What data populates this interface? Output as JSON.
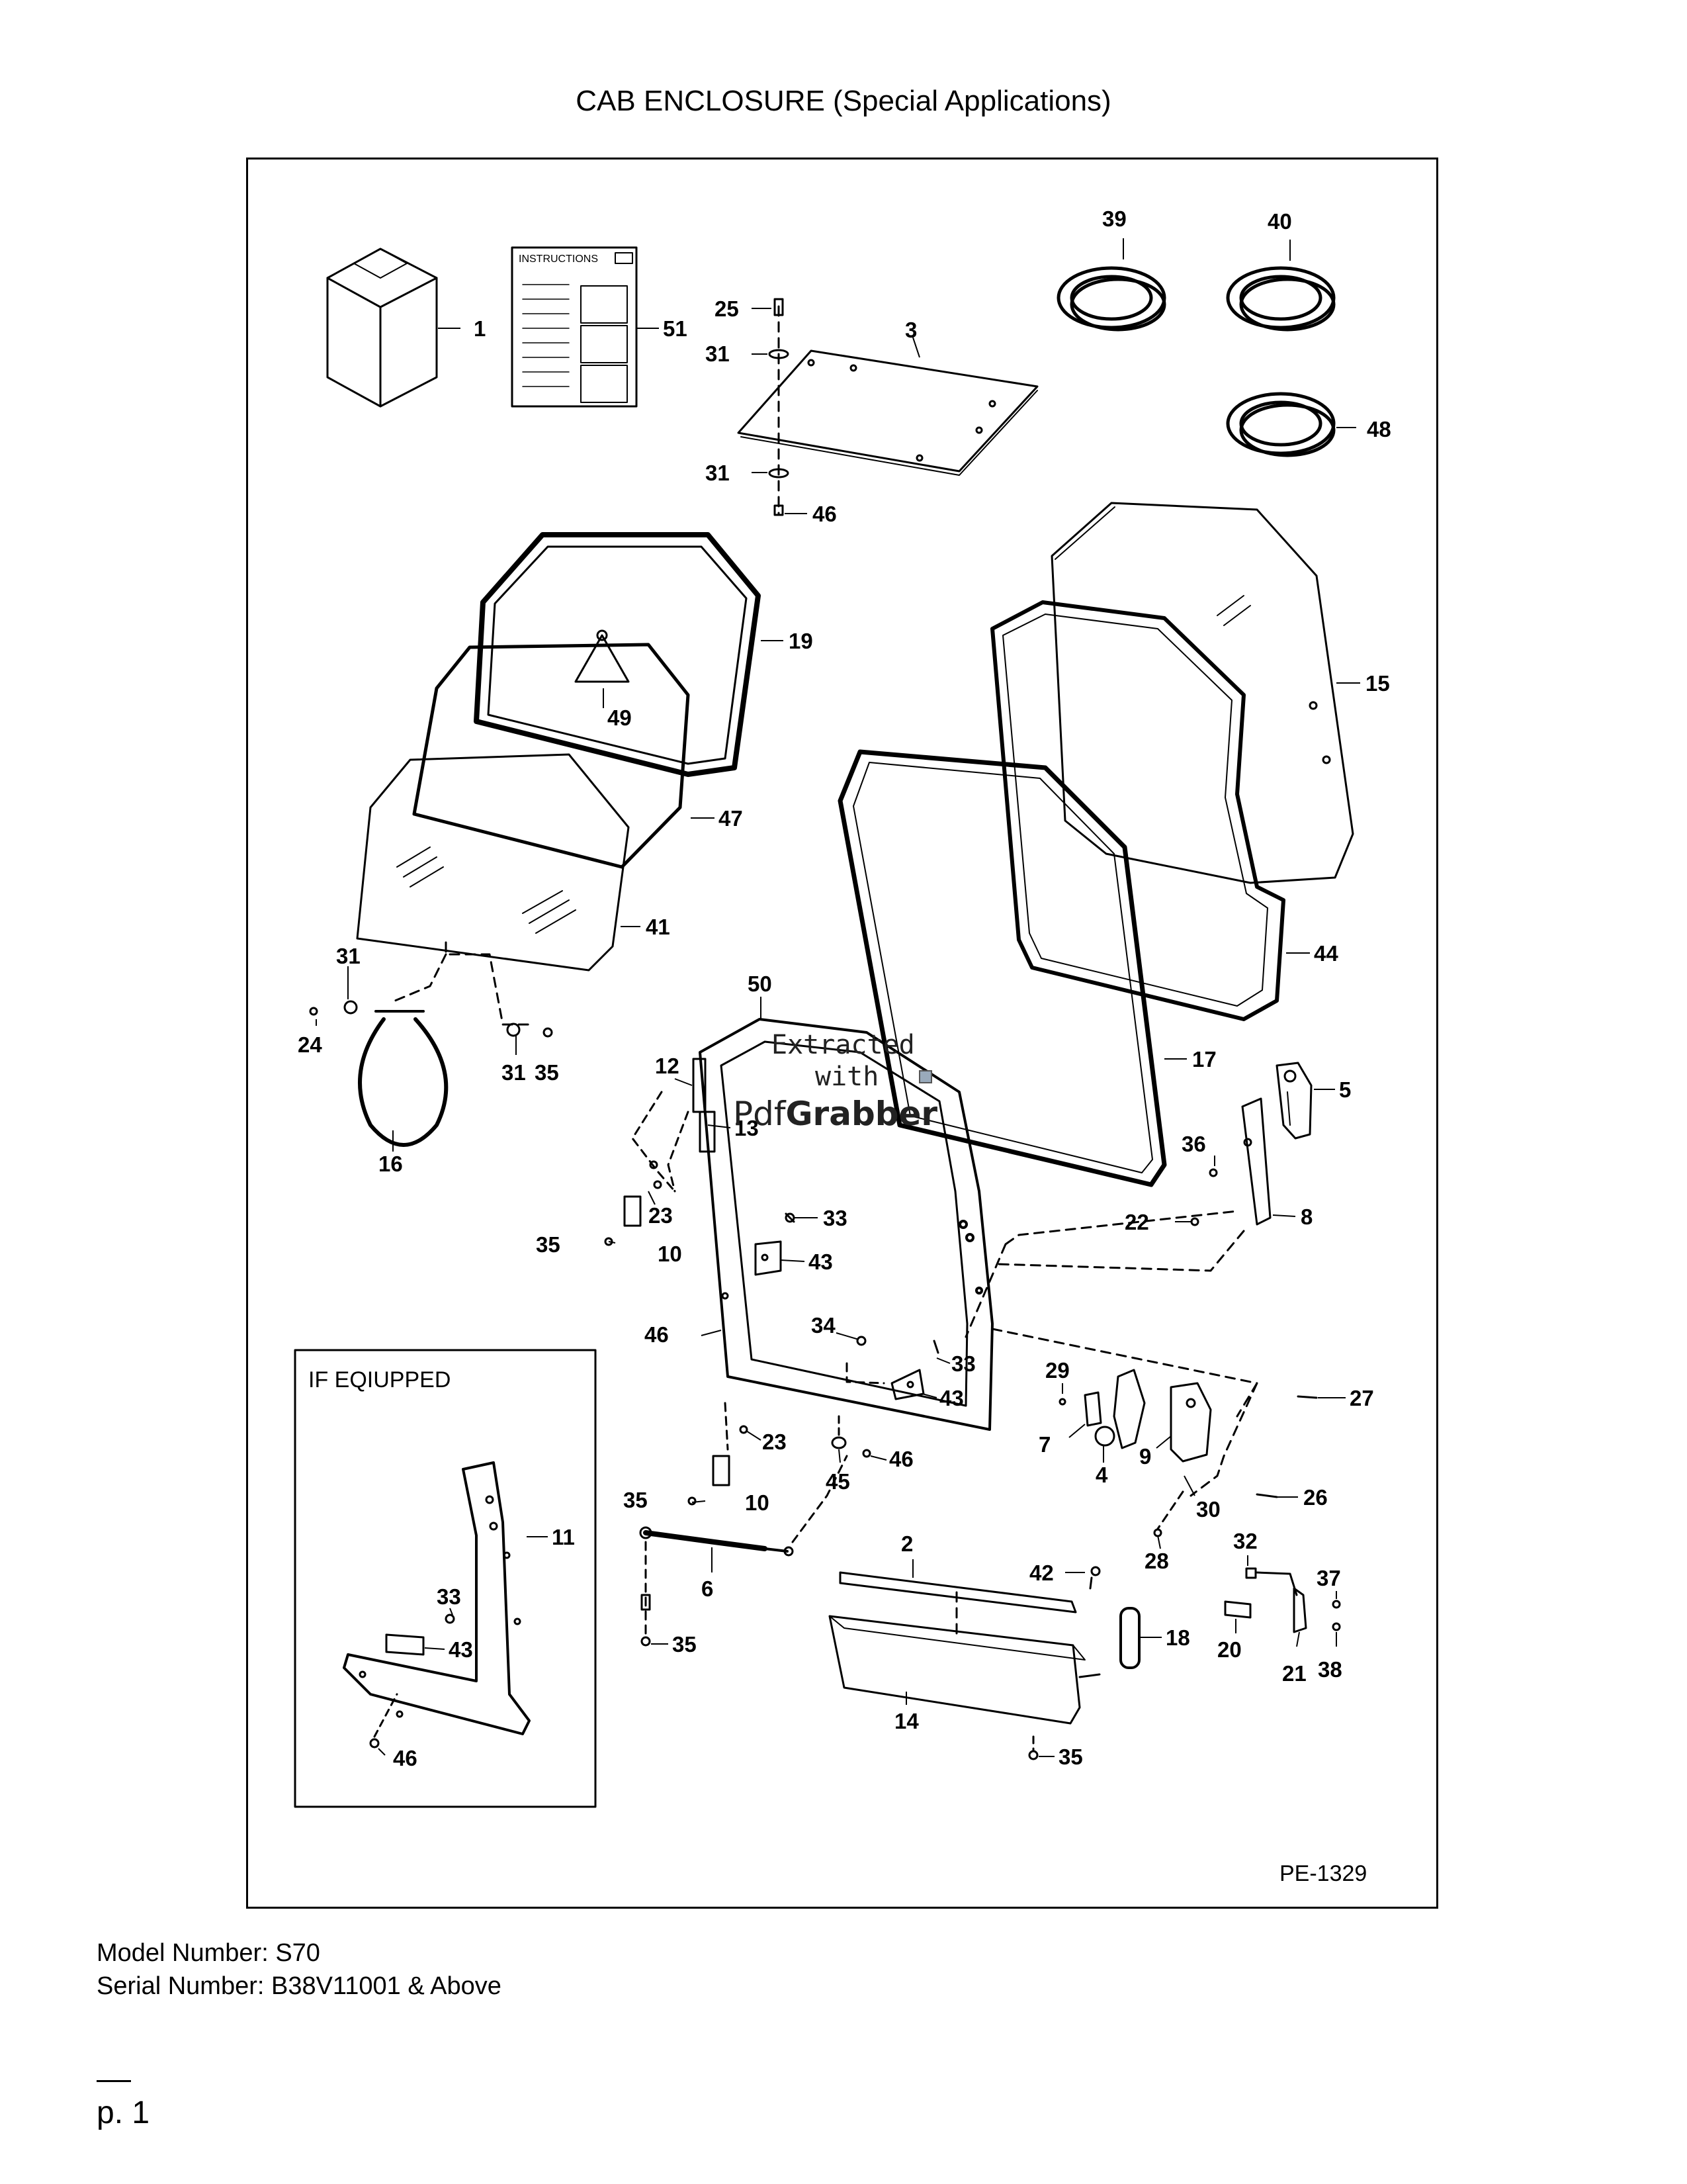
{
  "title": "CAB ENCLOSURE (Special Applications)",
  "diagram_code": "PE-1329",
  "inset_title": "IF EQIUPPED",
  "instructions_label": "INSTRUCTIONS",
  "watermark": {
    "line1": "Extracted",
    "line2": "with",
    "line3_a": "Pdf",
    "line3_b": "Grabber"
  },
  "callouts": [
    "1",
    "51",
    "25",
    "31",
    "3",
    "31",
    "46",
    "39",
    "40",
    "48",
    "19",
    "49",
    "47",
    "41",
    "31",
    "24",
    "31",
    "35",
    "16",
    "15",
    "44",
    "17",
    "50",
    "12",
    "13",
    "23",
    "35",
    "10",
    "33",
    "43",
    "46",
    "34",
    "33",
    "43",
    "23",
    "35",
    "10",
    "45",
    "46",
    "5",
    "36",
    "22",
    "8",
    "29",
    "27",
    "7",
    "4",
    "9",
    "30",
    "26",
    "28",
    "2",
    "42",
    "32",
    "37",
    "18",
    "20",
    "21",
    "38",
    "6",
    "35",
    "14",
    "35",
    "11",
    "33",
    "43",
    "46"
  ],
  "footer": {
    "model": "Model Number: S70",
    "serial": "Serial Number: B38V11001 & Above",
    "page": "p. 1"
  },
  "colors": {
    "line": "#000000",
    "background": "#ffffff"
  }
}
